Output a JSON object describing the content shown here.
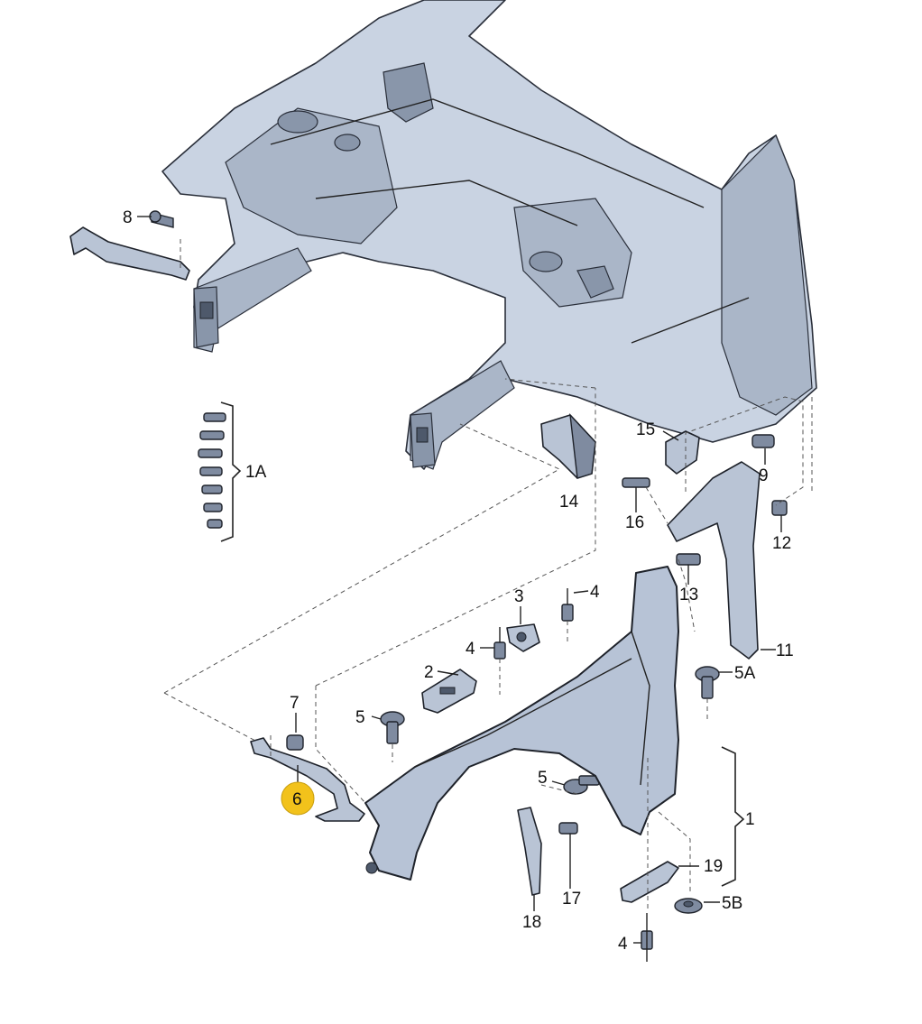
{
  "callouts": {
    "c1": "1",
    "c1A": "1A",
    "c2": "2",
    "c3": "3",
    "c4a": "4",
    "c4b": "4",
    "c4c": "4",
    "c5a": "5",
    "c5b": "5",
    "c5A": "5A",
    "c5B": "5B",
    "c6": "6",
    "c7": "7",
    "c8": "8",
    "c9": "9",
    "c11": "11",
    "c12": "12",
    "c13": "13",
    "c14": "14",
    "c15": "15",
    "c16": "16",
    "c17": "17",
    "c18": "18",
    "c19": "19"
  },
  "colors": {
    "highlight": "#f2c21b",
    "part_fill": "#b9c4d5",
    "line": "#1e222a"
  }
}
